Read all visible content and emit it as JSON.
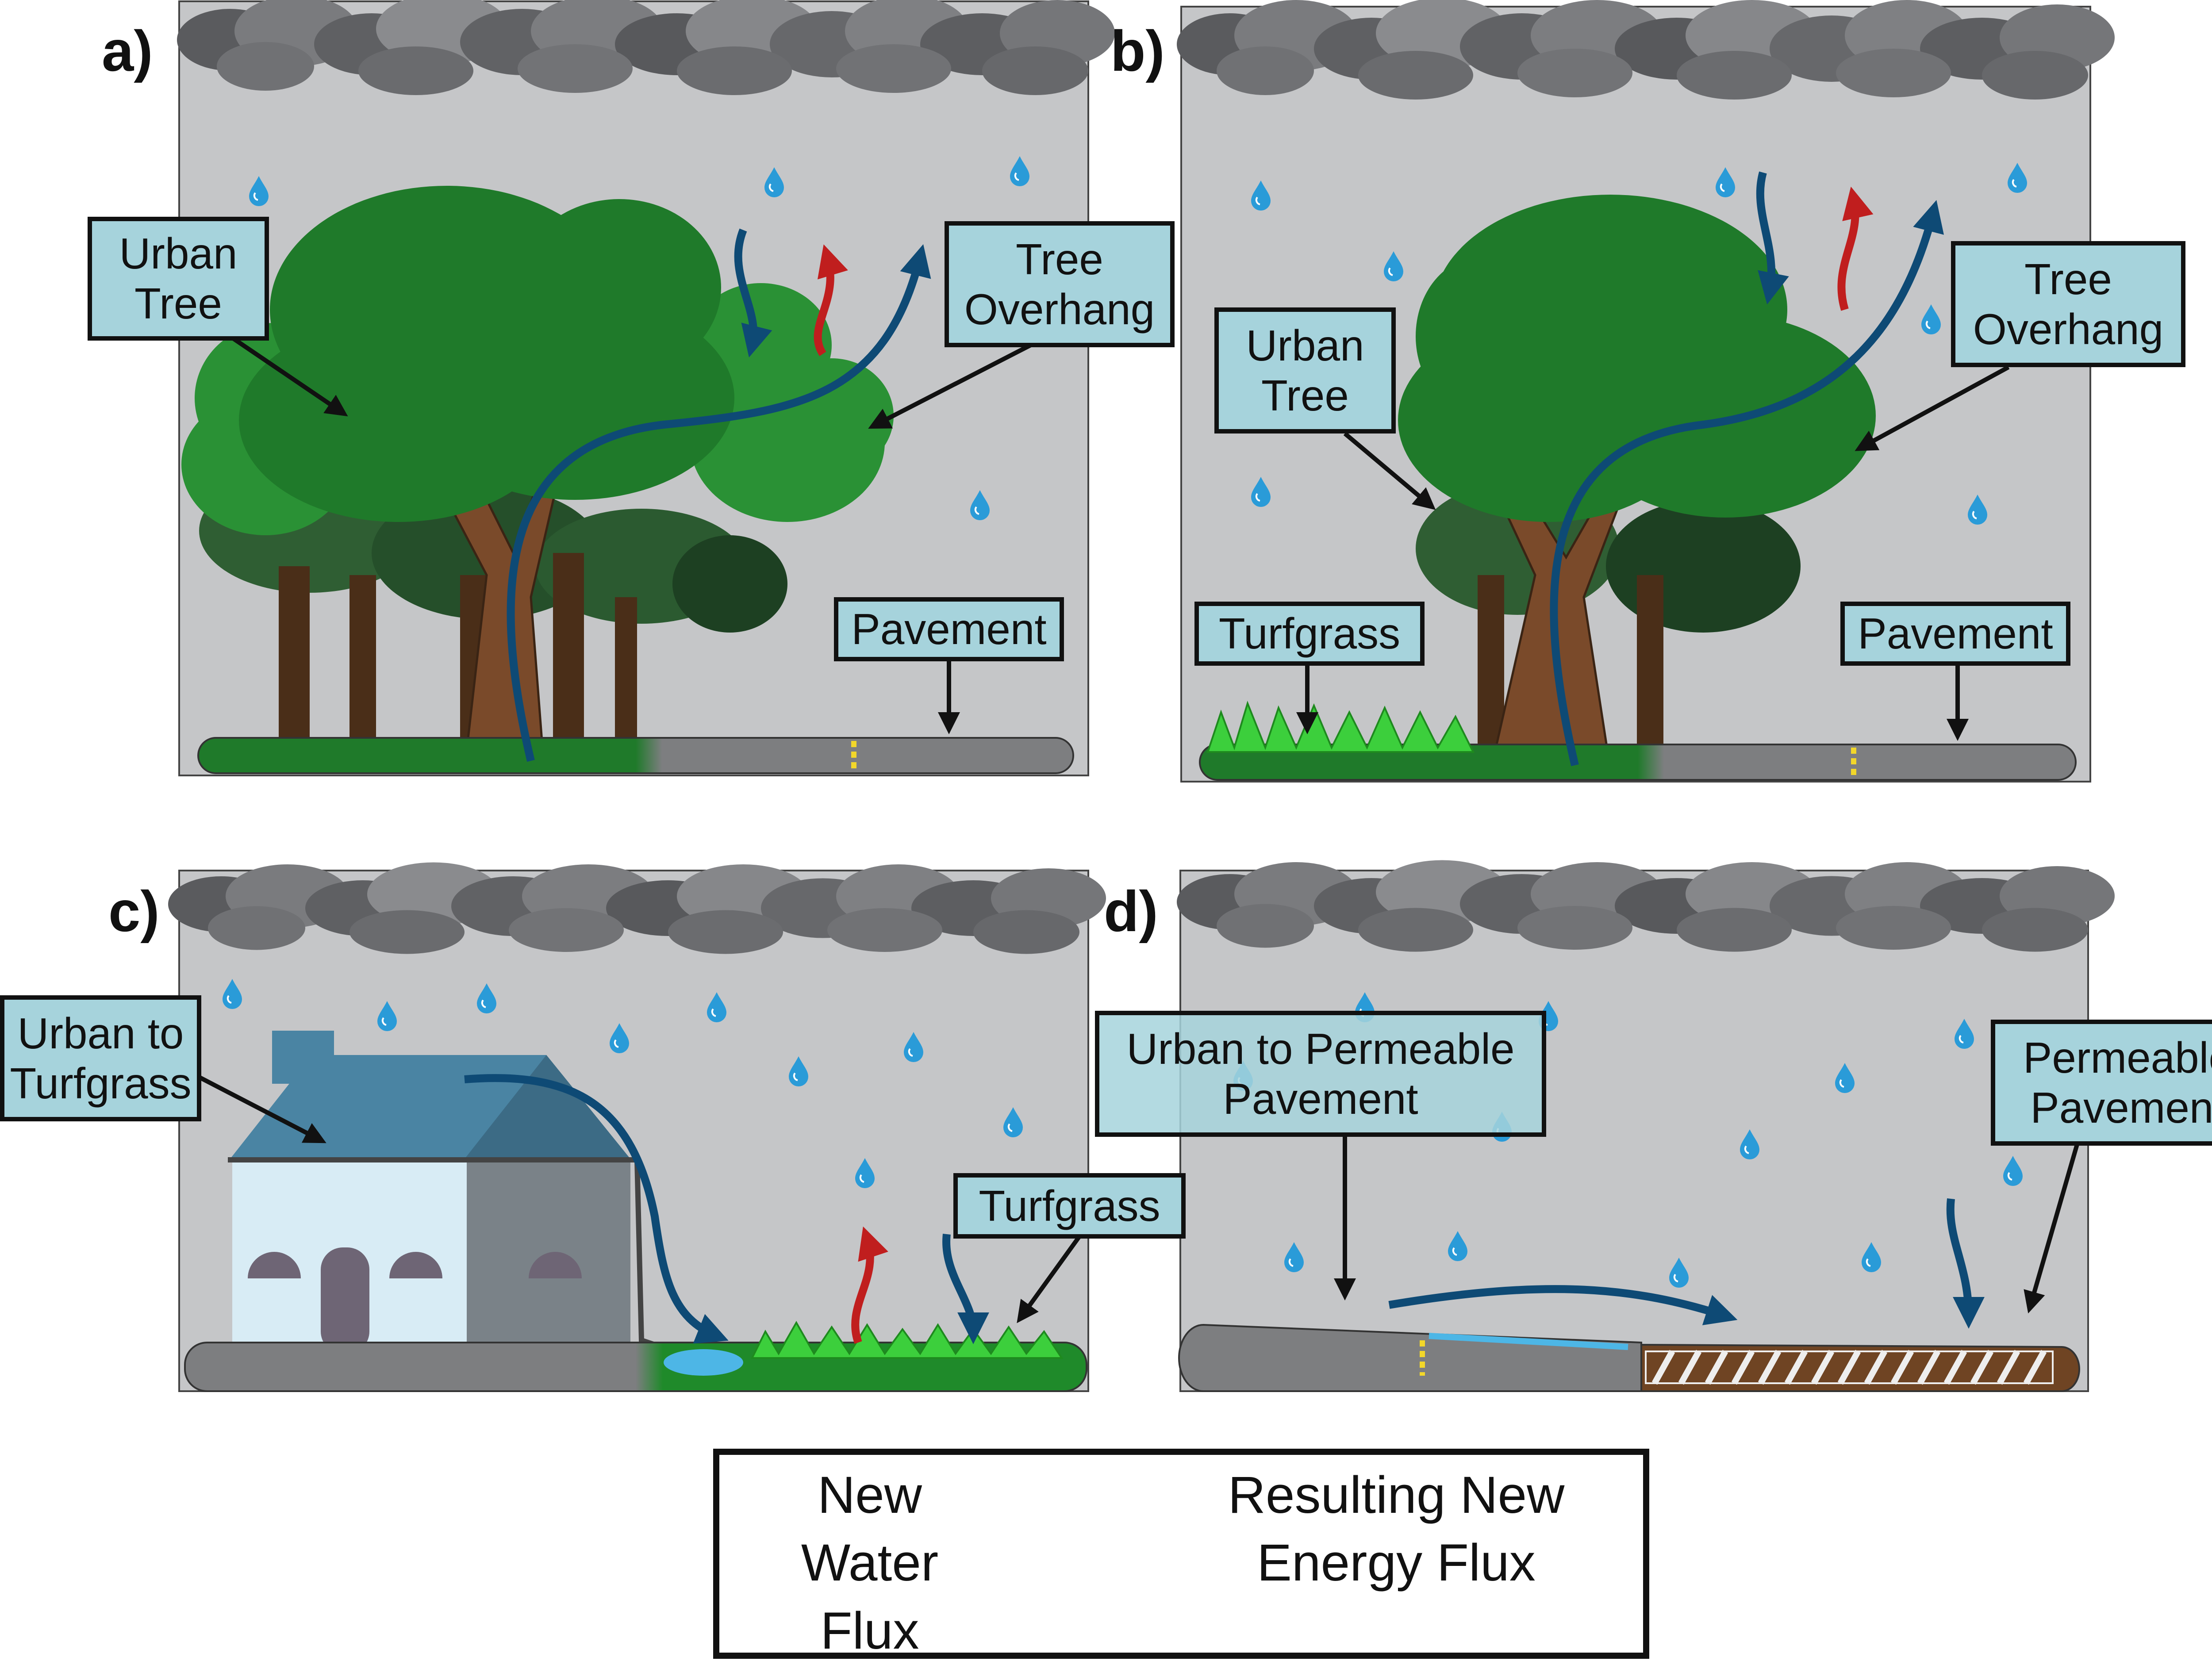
{
  "panels": {
    "a": {
      "letter": "a)",
      "labels": {
        "urban_tree": "Urban\nTree",
        "tree_overhang": "Tree\nOverhang",
        "pavement": "Pavement"
      }
    },
    "b": {
      "letter": "b)",
      "labels": {
        "urban_tree": "Urban\nTree",
        "tree_overhang": "Tree\nOverhang",
        "turfgrass": "Turfgrass",
        "pavement": "Pavement"
      }
    },
    "c": {
      "letter": "c)",
      "labels": {
        "urban_to_turfgrass": "Urban to\nTurfgrass",
        "turfgrass": "Turfgrass"
      }
    },
    "d": {
      "letter": "d)",
      "labels": {
        "urban_to_permeable": "Urban to Permeable\nPavement",
        "permeable_pavement": "Permeable\nPavement"
      }
    }
  },
  "legend": {
    "water_flux": "New Water\nFlux",
    "energy_flux": "Resulting New\nEnergy Flux"
  },
  "colors": {
    "sky": "#c5c6c8",
    "cloud": "#6e6f72",
    "tree": "#1f7a2a",
    "trunk": "#7a4a2a",
    "pavement": "#7d7e80",
    "grass": "#2fae2f",
    "water_flux": "#0e4a75",
    "energy_flux": "#c01e1e",
    "callout_bg": "#a6d3dc",
    "raindrop": "#2a9bd8"
  }
}
